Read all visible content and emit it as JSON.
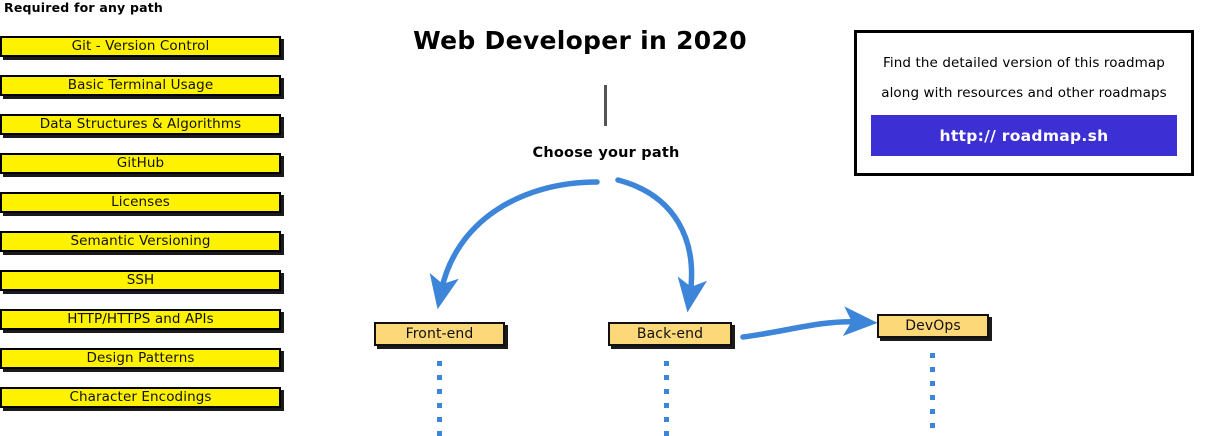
{
  "left_column": {
    "heading": "Required for any path",
    "topics": [
      {
        "label": "Git - Version Control"
      },
      {
        "label": "Basic Terminal Usage"
      },
      {
        "label": "Data Structures & Algorithms"
      },
      {
        "label": "GitHub"
      },
      {
        "label": "Licenses"
      },
      {
        "label": "Semantic Versioning"
      },
      {
        "label": "SSH"
      },
      {
        "label": "HTTP/HTTPS and APIs"
      },
      {
        "label": "Design Patterns"
      },
      {
        "label": "Character Encodings"
      }
    ]
  },
  "center": {
    "title": "Web Developer in 2020",
    "choose_path_label": "Choose your path",
    "paths": [
      {
        "label": "Front-end"
      },
      {
        "label": "Back-end"
      },
      {
        "label": "DevOps"
      }
    ]
  },
  "info_panel": {
    "line_1": "Find the detailed version of this roadmap",
    "line_2": "along with resources and other roadmaps",
    "button_label": "http:// roadmap.sh"
  },
  "colors": {
    "topic_box_fill": "#FFF200",
    "path_box_fill": "#FCD878",
    "arrow_blue": "#3D85D8",
    "link_button": "#3C2FD4",
    "stem_gray": "#555555",
    "outline": "#000000"
  }
}
